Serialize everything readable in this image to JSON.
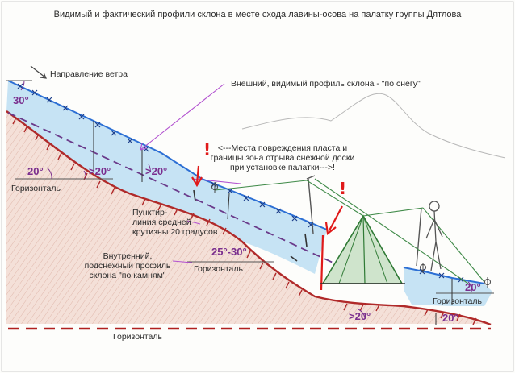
{
  "title": "Видимый и фактический профили склона в месте схода лавины-осова на палатку группы Дятлова",
  "wind_direction": "Направление ветра",
  "outer_profile": "Внешний, видимый профиль склона - \"по снегу\"",
  "damage_note": {
    "line1": "<---Места повреждения пласта и",
    "line2": "границы зона отрыва снежной доски",
    "line3": "при установке        палатки--->!"
  },
  "dashed_line_note": {
    "line1": "Пунктир-",
    "line2": "линия средней",
    "line3": "крутизны 20 градусов"
  },
  "inner_profile": {
    "line1": "Внутренний,",
    "line2": "подснежный профиль",
    "line3": "склона \"по камням\""
  },
  "horizon_labels": [
    "Горизонталь",
    "Горизонталь",
    "Горизонталь",
    "Горизонталь"
  ],
  "angles": {
    "top_left": "30°",
    "left": "20°",
    "slope_a": ">20°",
    "slope_b": ">20°",
    "middle": "25°-30°",
    "right": "20°",
    "bottom_mid": ">20°",
    "bottom_right": "20°"
  },
  "alert_mark": "!",
  "colors": {
    "snow_fill": "#bfe0f2",
    "snow_edge": "#2c6fd4",
    "ground_fill": "#f3ddd6",
    "ground_edge": "#b02a2a",
    "horizon_line": "#b02020",
    "pointer": "#b14fcf",
    "alert": "#e01a1a",
    "angle_text": "#7a2e8e",
    "tent": "#2f7a35"
  }
}
